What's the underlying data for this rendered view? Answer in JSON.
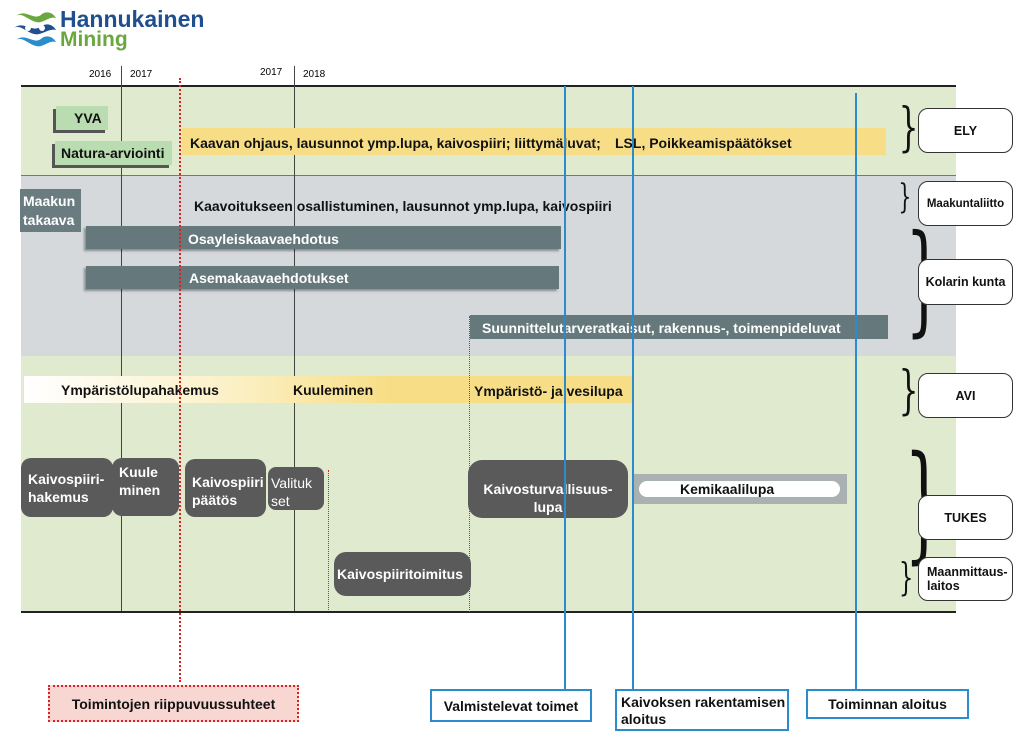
{
  "logo": {
    "brand_line1": "Hannukainen",
    "brand_line2": "Mining",
    "colors": {
      "blue": "#1f4f8f",
      "green": "#6aa83f"
    }
  },
  "timeline": {
    "years": [
      "2016",
      "2017",
      "2017",
      "2018"
    ]
  },
  "ely": {
    "yva": "YVA",
    "natura": "Natura-arviointi",
    "bar_text": "Kaavan ohjaus, lausunnot ymp.lupa, kaivospiiri; liittymäluvat;",
    "bar_text2": "LSL, Poikkeamispäätökset"
  },
  "kunta": {
    "maakunta_line1": "Maakun",
    "maakunta_line2": "takaava",
    "osallistuminen": "Kaavoitukseen osallistuminen, lausunnot ymp.lupa, kaivospiiri",
    "osayleis": "Osayleiskaavaehdotus",
    "asema": "Asemakaavaehdotukset",
    "suunnittelu": "Suunnittelutarveratkaisut,  rakennus-, toimenpideluvat"
  },
  "avi": {
    "hakemus": "Ympäristölupahakemus",
    "kuuleminen": "Kuuleminen",
    "lupa": "Ympäristö- ja  vesilupa"
  },
  "tukes": {
    "kaivospiirihakemus_line1": "Kaivospiiri-",
    "kaivospiirihakemus_line2": "hakemus",
    "kuuleminen_line1": "Kuule",
    "kuuleminen_line2": "minen",
    "paatos_line1": "Kaivospiiri",
    "paatos_line2": "päätös",
    "valitukset_line1": "Valituk",
    "valitukset_line2": "set",
    "toimitus": "Kaivospiiritoimitus",
    "turvallisuus_line1": "Kaivosturvallisuus-",
    "turvallisuus_line2": "lupa",
    "kemikaali": "Kemikaalilupa"
  },
  "authorities": {
    "ely": "ELY",
    "maakuntaliitto": "Maakuntaliitto",
    "kolari": "Kolarin kunta",
    "avi": "AVI",
    "tukes": "TUKES",
    "mml_line1": "Maanmittaus-",
    "mml_line2": "laitos"
  },
  "legend": {
    "riippuvuus": "Toimintojen riippuvuussuhteet",
    "valmistelevat": "Valmistelevat toimet",
    "rakentaminen_line1": "Kaivoksen rakentamisen",
    "rakentaminen_line2": "aloitus",
    "toiminnan": "Toiminnan aloitus"
  },
  "colors": {
    "green_band": "#dfeacf",
    "grey_band": "#d5d9dc",
    "bar_dark": "#65787c",
    "milestone_blue": "#2a8ccc",
    "dependency_red": "#e02020",
    "yellow_bar": "#f7de86"
  }
}
